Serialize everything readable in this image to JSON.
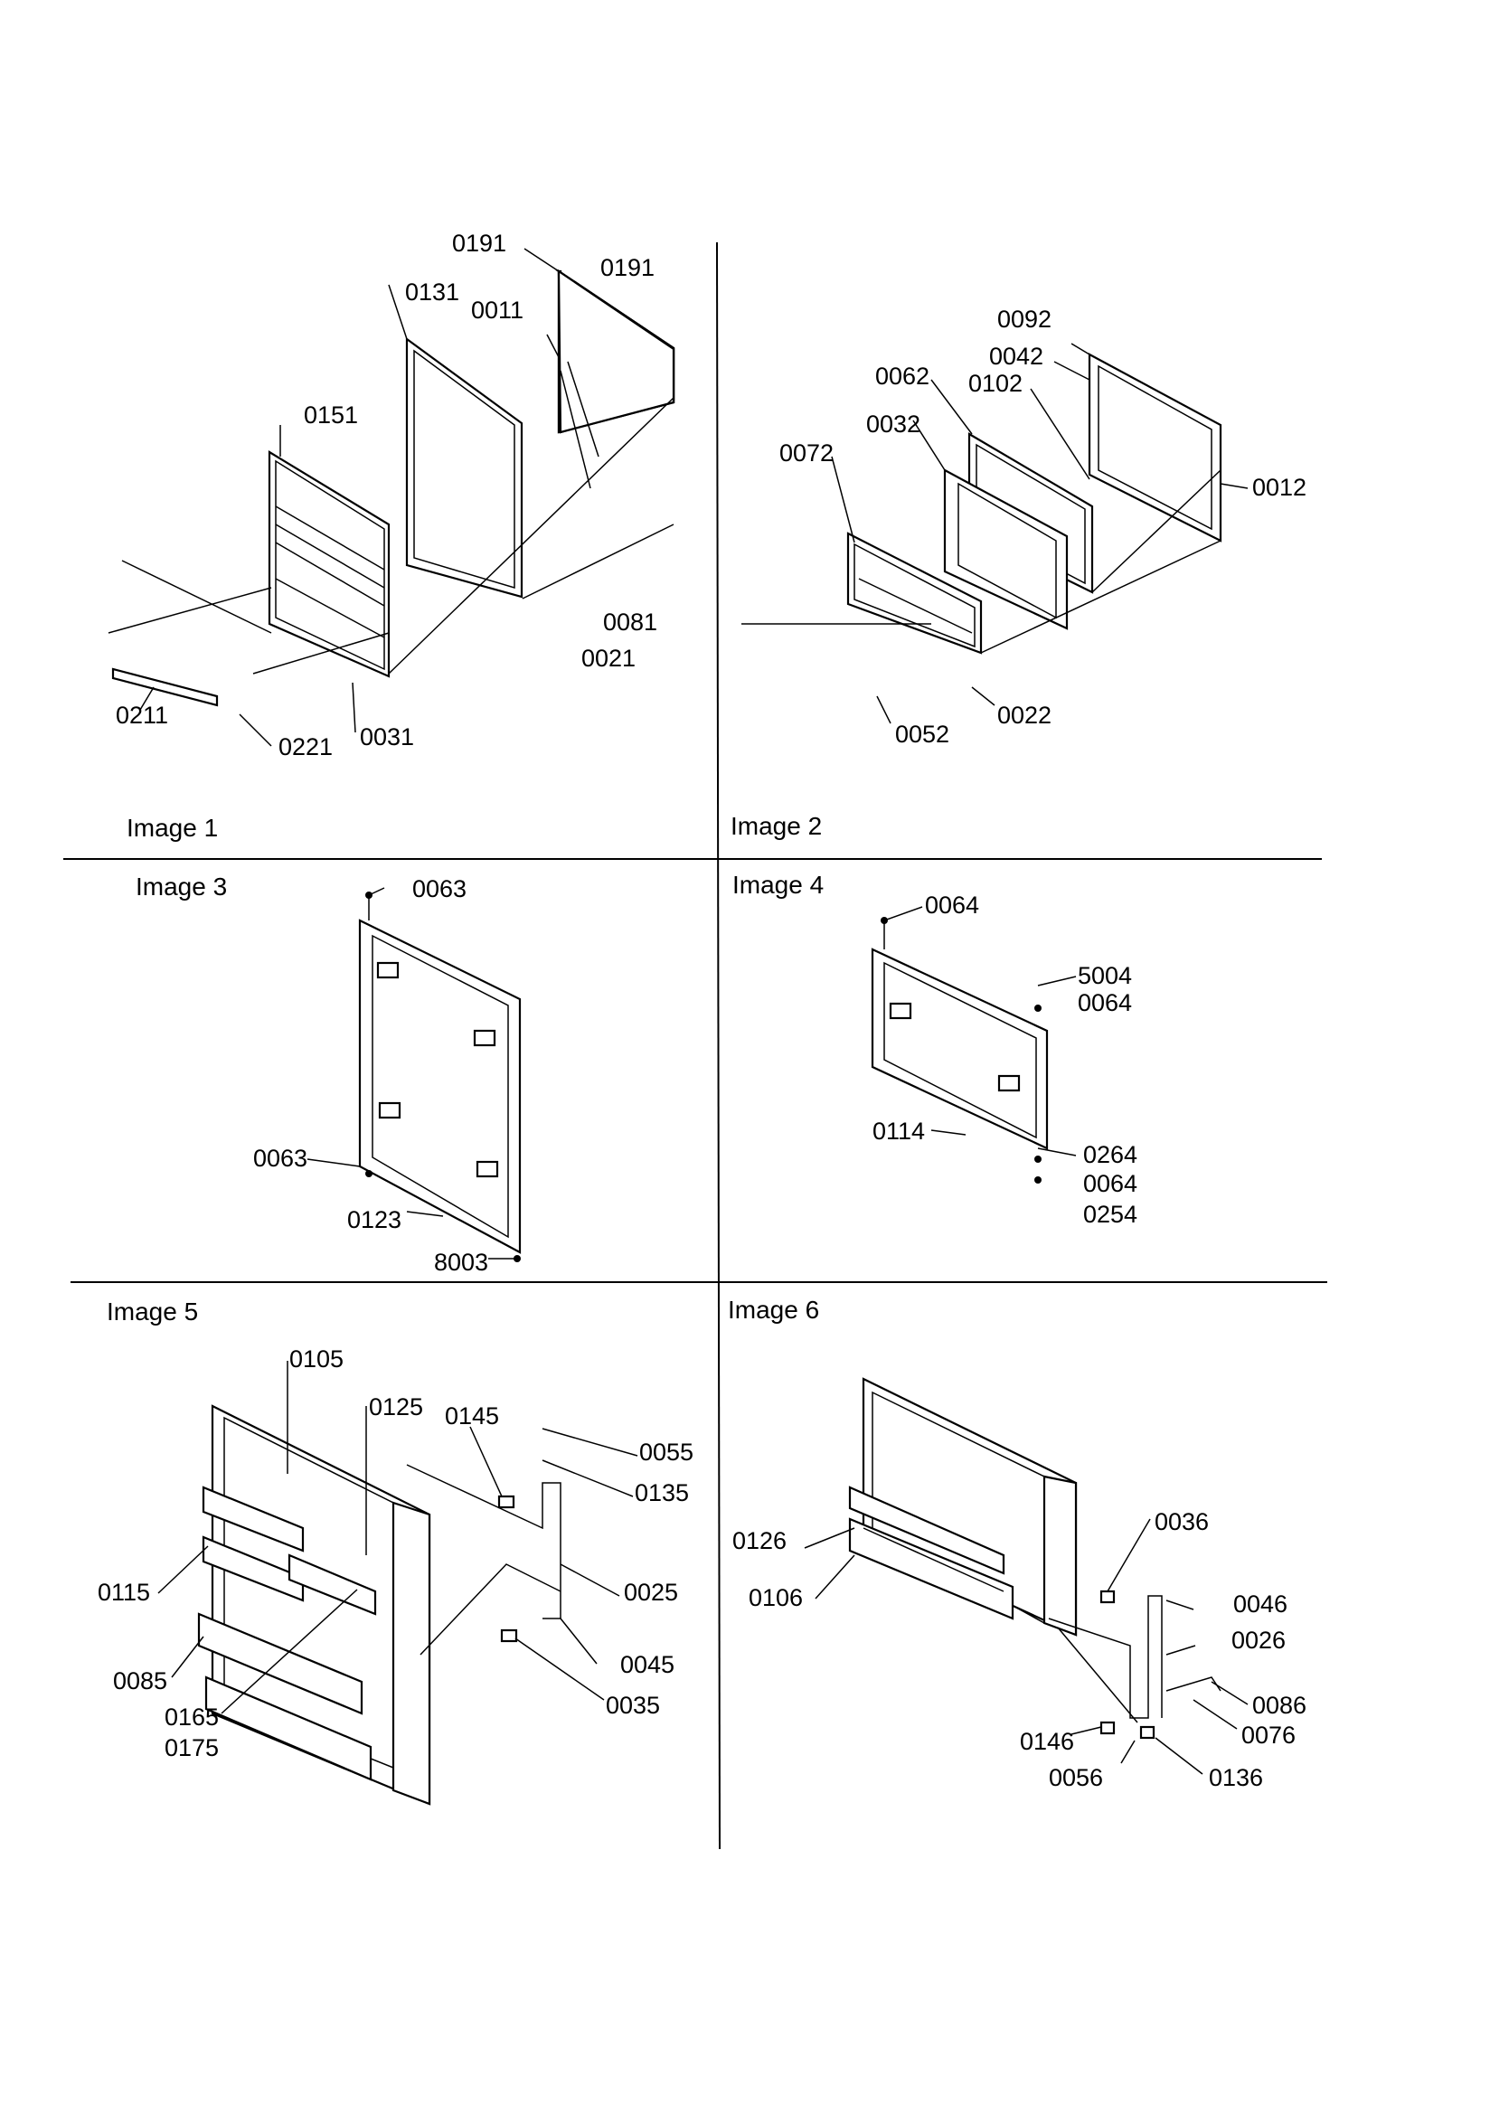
{
  "panels": [
    {
      "title": "Image 1",
      "labels": [
        "0191",
        "0191",
        "0131",
        "0011",
        "0151",
        "0081",
        "0021",
        "0211",
        "0221",
        "0031"
      ]
    },
    {
      "title": "Image 2",
      "labels": [
        "0092",
        "0042",
        "0102",
        "0062",
        "0032",
        "0072",
        "0012",
        "0022",
        "0052"
      ]
    },
    {
      "title": "Image 3",
      "labels": [
        "0063",
        "0063",
        "0123",
        "8003"
      ]
    },
    {
      "title": "Image 4",
      "labels": [
        "0064",
        "5004",
        "0064",
        "0114",
        "0264",
        "0064",
        "0254"
      ]
    },
    {
      "title": "Image 5",
      "labels": [
        "0105",
        "0125",
        "0145",
        "0055",
        "0135",
        "0025",
        "0115",
        "0045",
        "0085",
        "0035",
        "0165",
        "0175"
      ]
    },
    {
      "title": "Image 6",
      "labels": [
        "0036",
        "0126",
        "0106",
        "0046",
        "0026",
        "0086",
        "0076",
        "0146",
        "0056",
        "0136"
      ]
    }
  ]
}
